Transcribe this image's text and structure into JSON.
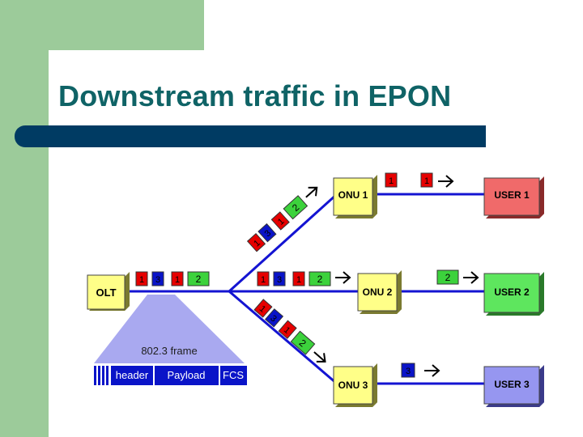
{
  "title": "Downstream traffic in EPON",
  "nodes": {
    "olt": "OLT",
    "onu1": "ONU 1",
    "onu2": "ONU 2",
    "onu3": "ONU 3",
    "user1": "USER 1",
    "user2": "USER 2",
    "user3": "USER 3"
  },
  "frame": {
    "caption": "802.3 frame",
    "fields": [
      "header",
      "Payload",
      "FCS"
    ]
  },
  "colors": {
    "title": "#0f6366",
    "title_bar": "#003b63",
    "side_band": "#9ccb9a",
    "link": "#1414d2",
    "packet_1": "#e60000",
    "packet_2": "#3cd23c",
    "packet_3": "#0a14c8",
    "box": "#ffff88",
    "user_1": "#f06a6a",
    "user_2": "#5ee65e",
    "user_3": "#9696f0",
    "frame_fill": "#a9a9f0",
    "frame_field": "#0a14c8"
  }
}
